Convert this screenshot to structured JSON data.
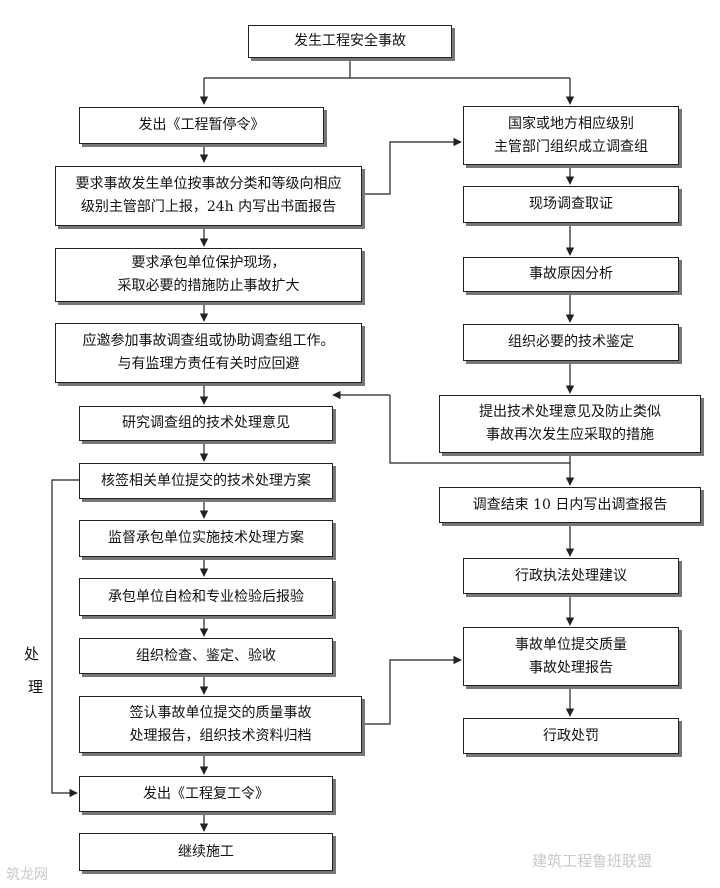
{
  "nodes": {
    "start": "发生工程安全事故",
    "l1": "发出《工程暂停令》",
    "l2": "要求事故发生单位按事故分类和等级向相应\n级别主管部门上报，24h 内写出书面报告",
    "l3": "要求承包单位保护现场，\n采取必要的措施防止事故扩大",
    "l4": "应邀参加事故调查组或协助调查组工作。\n与有监理方责任有关时应回避",
    "l5": "研究调查组的技术处理意见",
    "l6": "核签相关单位提交的技术处理方案",
    "l7": "监督承包单位实施技术处理方案",
    "l8": "承包单位自检和专业检验后报验",
    "l9": "组织检查、鉴定、验收",
    "l10": "签认事故单位提交的质量事故\n处理报告，组织技术资料归档",
    "l11": "发出《工程复工令》",
    "l12": "继续施工",
    "r1": "国家或地方相应级别\n主管部门组织成立调查组",
    "r2": "现场调查取证",
    "r3": "事故原因分析",
    "r4": "组织必要的技术鉴定",
    "r5": "提出技术处理意见及防止类似\n事故再次发生应采取的措施",
    "r6": "调查结束 10 日内写出调查报告",
    "r7": "行政执法处理建议",
    "r8": "事故单位提交质量\n事故处理报告",
    "r9": "行政处罚"
  },
  "side_label_chars": [
    "处",
    "理"
  ],
  "watermarks": {
    "bottom_left": "筑龙网",
    "bottom_right": "建筑工程鲁班联盟"
  }
}
